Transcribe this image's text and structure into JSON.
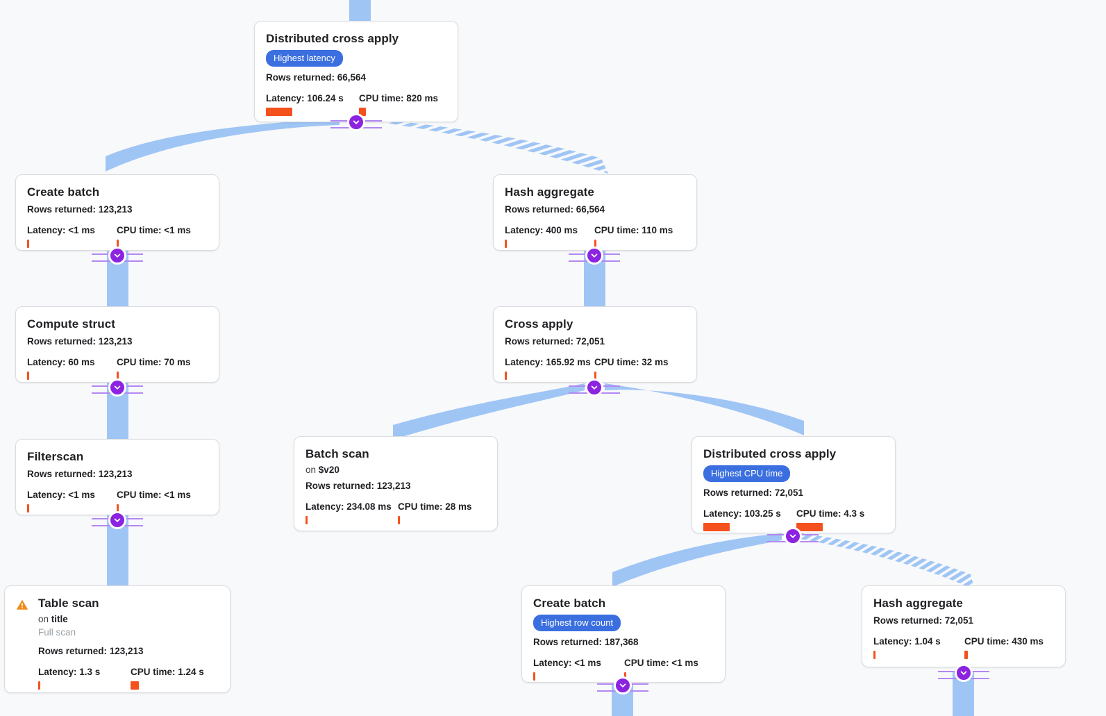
{
  "theme": {
    "background": "#f8f9fb",
    "node_border": "#dadce0",
    "badge_bg": "#3b6fe0",
    "metric_bar": "#f4511e",
    "flow": "#9fc5f5",
    "connector": "#8b23e0",
    "connector_line": "#b388f2",
    "warning": "#ef8a1b"
  },
  "labels": {
    "rows_prefix": "Rows returned:",
    "latency_prefix": "Latency:",
    "cpu_prefix": "CPU time:",
    "on_prefix": "on"
  },
  "nodes": [
    {
      "id": "root",
      "title": "Distributed cross apply",
      "badge": "Highest latency",
      "rows": "Rows returned: 66,564",
      "latency": "Latency: 106.24 s",
      "cpu": "CPU time: 820 ms",
      "latency_bar": 38,
      "cpu_bar": 10
    },
    {
      "id": "create-batch-left",
      "title": "Create batch",
      "rows": "Rows returned: 123,213",
      "latency": "Latency: <1 ms",
      "cpu": "CPU time: <1 ms",
      "latency_bar": 3,
      "cpu_bar": 3
    },
    {
      "id": "hash-aggregate-top",
      "title": "Hash aggregate",
      "rows": "Rows returned: 66,564",
      "latency": "Latency: 400 ms",
      "cpu": "CPU time: 110 ms",
      "latency_bar": 3,
      "cpu_bar": 3
    },
    {
      "id": "compute-struct",
      "title": "Compute struct",
      "rows": "Rows returned: 123,213",
      "latency": "Latency: 60 ms",
      "cpu": "CPU time: 70 ms",
      "latency_bar": 3,
      "cpu_bar": 3
    },
    {
      "id": "cross-apply",
      "title": "Cross apply",
      "rows": "Rows returned: 72,051",
      "latency": "Latency: 165.92 ms",
      "cpu": "CPU time: 32 ms",
      "latency_bar": 3,
      "cpu_bar": 3
    },
    {
      "id": "filterscan",
      "title": "Filterscan",
      "rows": "Rows returned: 123,213",
      "latency": "Latency: <1 ms",
      "cpu": "CPU time: <1 ms",
      "latency_bar": 3,
      "cpu_bar": 3
    },
    {
      "id": "batch-scan",
      "title": "Batch scan",
      "on": "on",
      "on_target": "$v20",
      "rows": "Rows returned: 123,213",
      "latency": "Latency: 234.08 ms",
      "cpu": "CPU time: 28 ms",
      "latency_bar": 3,
      "cpu_bar": 3
    },
    {
      "id": "distributed-cross-apply-2",
      "title": "Distributed cross apply",
      "badge": "Highest CPU time",
      "rows": "Rows returned: 72,051",
      "latency": "Latency: 103.25 s",
      "cpu": "CPU time: 4.3 s",
      "latency_bar": 38,
      "cpu_bar": 38
    },
    {
      "id": "table-scan",
      "title": "Table scan",
      "warning": "warning-icon",
      "on": "on",
      "on_target": "title",
      "scan_type": "Full scan",
      "rows": "Rows returned: 123,213",
      "latency": "Latency: 1.3 s",
      "cpu": "CPU time: 1.24 s",
      "latency_bar": 3,
      "cpu_bar": 12
    },
    {
      "id": "create-batch-bottom",
      "title": "Create batch",
      "badge": "Highest row count",
      "rows": "Rows returned: 187,368",
      "latency": "Latency: <1 ms",
      "cpu": "CPU time: <1 ms",
      "latency_bar": 3,
      "cpu_bar": 3
    },
    {
      "id": "hash-aggregate-bottom",
      "title": "Hash aggregate",
      "rows": "Rows returned: 72,051",
      "latency": "Latency: 1.04 s",
      "cpu": "CPU time: 430 ms",
      "latency_bar": 3,
      "cpu_bar": 5
    }
  ]
}
